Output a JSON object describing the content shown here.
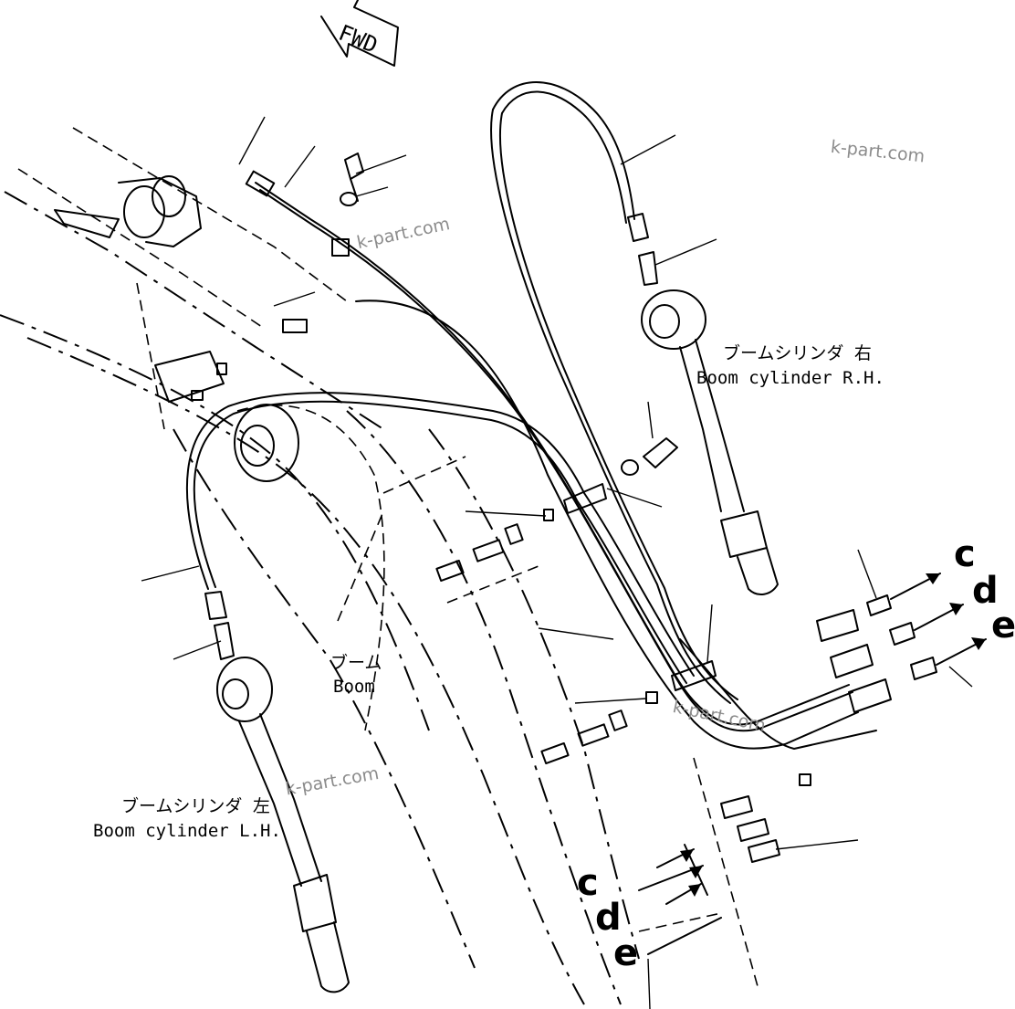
{
  "direction_marker": {
    "text": "FWD"
  },
  "labels": {
    "boom_jp": "ブーム",
    "boom_en": "Boom",
    "cyl_rh_jp": "ブームシリンダ 右",
    "cyl_rh_en": "Boom cylinder R.H.",
    "cyl_lh_jp": "ブームシリンダ 左",
    "cyl_lh_en": "Boom cylinder L.H."
  },
  "connection_letters": {
    "right": [
      "c",
      "d",
      "e"
    ],
    "left": [
      "c",
      "d",
      "e"
    ]
  },
  "watermark": "k-part.com"
}
